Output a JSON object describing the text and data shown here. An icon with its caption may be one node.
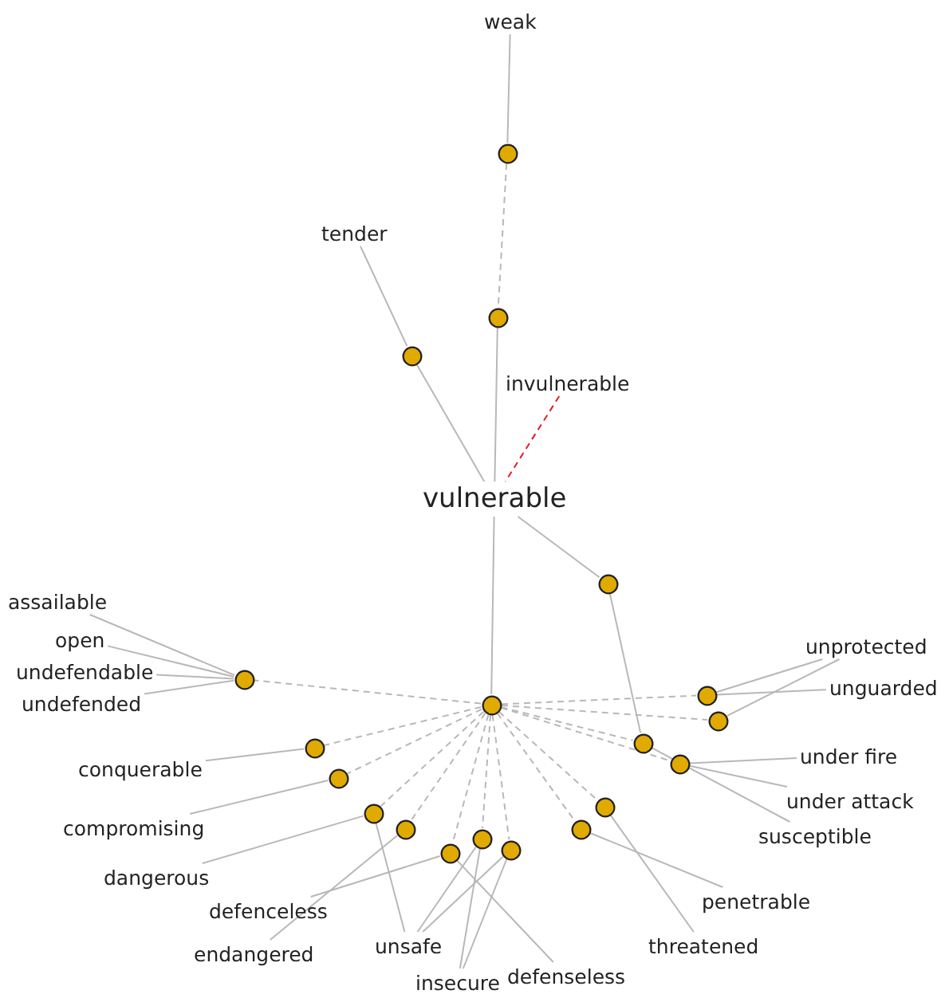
{
  "diagram": {
    "nodes": [
      {
        "text": [
          "weak"
        ]
      },
      {
        "text": [
          "tender"
        ]
      },
      {
        "text": [
          "invulnerable"
        ]
      },
      {
        "text": [
          "vulnerable"
        ]
      },
      {
        "text": [
          "assailable"
        ]
      },
      {
        "text": [
          "open"
        ]
      },
      {
        "text": [
          "undefendable"
        ]
      },
      {
        "text": [
          "undefended"
        ]
      },
      {
        "text": [
          "conquerable"
        ]
      },
      {
        "text": [
          "compromising"
        ]
      },
      {
        "text": [
          "dangerous"
        ]
      },
      {
        "text": [
          "defenceless"
        ]
      },
      {
        "text": [
          "endangered"
        ]
      },
      {
        "text": [
          "unsafe"
        ]
      },
      {
        "text": [
          "insecure"
        ]
      },
      {
        "text": [
          "defenseless"
        ]
      },
      {
        "text": [
          "unprotected"
        ]
      },
      {
        "text": [
          "unguarded"
        ]
      },
      {
        "text": [
          "under fire"
        ]
      },
      {
        "text": [
          "under attack"
        ]
      },
      {
        "text": [
          "susceptible"
        ]
      },
      {
        "text": [
          "penetrable"
        ]
      },
      {
        "text": [
          "threatened"
        ]
      },
      {
        "text": [],
        "shape": "circle"
      },
      {
        "text": [],
        "shape": "circle"
      },
      {
        "text": [],
        "shape": "circle"
      },
      {
        "text": [],
        "shape": "circle"
      },
      {
        "text": [],
        "shape": "circle"
      },
      {
        "text": [],
        "shape": "circle"
      },
      {
        "text": [],
        "shape": "circle"
      },
      {
        "text": [],
        "shape": "circle"
      },
      {
        "text": [],
        "shape": "circle"
      },
      {
        "text": [],
        "shape": "circle"
      },
      {
        "text": [],
        "shape": "circle"
      },
      {
        "text": [],
        "shape": "circle"
      },
      {
        "text": [],
        "shape": "circle"
      },
      {
        "text": [],
        "shape": "circle"
      },
      {
        "text": [],
        "shape": "circle"
      },
      {
        "text": [],
        "shape": "circle"
      },
      {
        "text": [],
        "shape": "circle"
      },
      {
        "text": [],
        "shape": "circle"
      },
      {
        "text": [],
        "shape": "circle"
      }
    ],
    "edges": [
      {
        "from": 0,
        "to": 23,
        "arrow": "none"
      },
      {
        "from": 23,
        "to": 24,
        "arrow": "none",
        "style": "dashed"
      },
      {
        "from": 24,
        "to": 3,
        "arrow": "none"
      },
      {
        "from": 1,
        "to": 25,
        "arrow": "none"
      },
      {
        "from": 25,
        "to": 3,
        "arrow": "none"
      },
      {
        "from": 2,
        "to": 3,
        "arrow": "none",
        "style": "dashed",
        "color": "#e8192c"
      },
      {
        "from": 3,
        "to": 26,
        "arrow": "none"
      },
      {
        "from": 3,
        "to": 27,
        "arrow": "none"
      },
      {
        "from": 26,
        "to": 38,
        "arrow": "none"
      },
      {
        "from": 27,
        "to": 28,
        "arrow": "none",
        "style": "dashed"
      },
      {
        "from": 27,
        "to": 29,
        "arrow": "none",
        "style": "dashed"
      },
      {
        "from": 27,
        "to": 30,
        "arrow": "none",
        "style": "dashed"
      },
      {
        "from": 27,
        "to": 31,
        "arrow": "none",
        "style": "dashed"
      },
      {
        "from": 27,
        "to": 32,
        "arrow": "none",
        "style": "dashed"
      },
      {
        "from": 27,
        "to": 33,
        "arrow": "none",
        "style": "dashed"
      },
      {
        "from": 27,
        "to": 34,
        "arrow": "none",
        "style": "dashed"
      },
      {
        "from": 27,
        "to": 35,
        "arrow": "none",
        "style": "dashed"
      },
      {
        "from": 27,
        "to": 36,
        "arrow": "none",
        "style": "dashed"
      },
      {
        "from": 27,
        "to": 37,
        "arrow": "none",
        "style": "dashed"
      },
      {
        "from": 27,
        "to": 38,
        "arrow": "none",
        "style": "dashed"
      },
      {
        "from": 27,
        "to": 39,
        "arrow": "none",
        "style": "dashed"
      },
      {
        "from": 27,
        "to": 40,
        "arrow": "none",
        "style": "dashed"
      },
      {
        "from": 27,
        "to": 41,
        "arrow": "none",
        "style": "dashed"
      },
      {
        "from": 4,
        "to": 28,
        "arrow": "none"
      },
      {
        "from": 5,
        "to": 28,
        "arrow": "none"
      },
      {
        "from": 6,
        "to": 28,
        "arrow": "none"
      },
      {
        "from": 7,
        "to": 28,
        "arrow": "none"
      },
      {
        "from": 8,
        "to": 29,
        "arrow": "none"
      },
      {
        "from": 9,
        "to": 30,
        "arrow": "none"
      },
      {
        "from": 10,
        "to": 31,
        "arrow": "none"
      },
      {
        "from": 13,
        "to": 31,
        "arrow": "none"
      },
      {
        "from": 12,
        "to": 32,
        "arrow": "none"
      },
      {
        "from": 11,
        "to": 33,
        "arrow": "none"
      },
      {
        "from": 15,
        "to": 33,
        "arrow": "none"
      },
      {
        "from": 13,
        "to": 34,
        "arrow": "none"
      },
      {
        "from": 13,
        "to": 35,
        "arrow": "none"
      },
      {
        "from": 14,
        "to": 34,
        "arrow": "none"
      },
      {
        "from": 14,
        "to": 35,
        "arrow": "none"
      },
      {
        "from": 16,
        "to": 40,
        "arrow": "none"
      },
      {
        "from": 16,
        "to": 41,
        "arrow": "none"
      },
      {
        "from": 17,
        "to": 40,
        "arrow": "none"
      },
      {
        "from": 18,
        "to": 39,
        "arrow": "none"
      },
      {
        "from": 19,
        "to": 39,
        "arrow": "none"
      },
      {
        "from": 20,
        "to": 38,
        "arrow": "none"
      },
      {
        "from": 21,
        "to": 36,
        "arrow": "none"
      },
      {
        "from": 22,
        "to": 37,
        "arrow": "none"
      }
    ]
  }
}
